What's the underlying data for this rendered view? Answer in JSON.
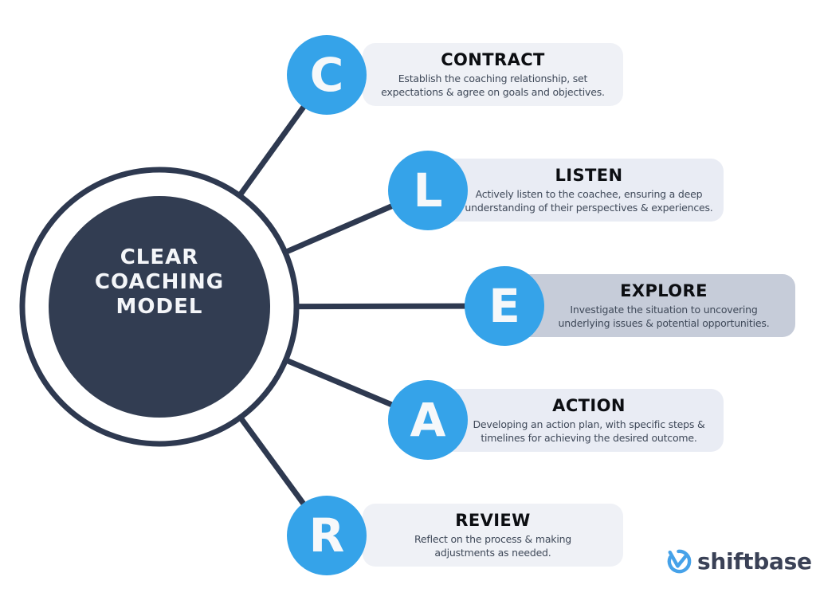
{
  "center": {
    "title": "CLEAR\nCOACHING\nMODEL"
  },
  "steps": [
    {
      "letter": "C",
      "title": "CONTRACT",
      "description": "Establish the coaching relationship, set\nexpectations & agree on goals and objectives."
    },
    {
      "letter": "L",
      "title": "LISTEN",
      "description": "Actively listen to the coachee, ensuring a deep\nunderstanding of their perspectives & experiences."
    },
    {
      "letter": "E",
      "title": "EXPLORE",
      "description": "Investigate the situation to uncovering\nunderlying issues & potential opportunities."
    },
    {
      "letter": "A",
      "title": "ACTION",
      "description": "Developing an action plan, with specific steps &\ntimelines for achieving the desired outcome."
    },
    {
      "letter": "R",
      "title": "REVIEW",
      "description": "Reflect on the process & making\nadjustments as needed."
    }
  ],
  "branding": {
    "name": "shiftbase",
    "icon": "check-circle-icon"
  },
  "colors": {
    "navy": "#313c50",
    "line": "#2e3950",
    "accent_blue": "#35a3e9",
    "card_light": "#eff1f6",
    "card_mid": "#e9ecf4",
    "card_dark": "#c6ccd9",
    "logo_blue": "#46a2e9",
    "logo_text": "#3a4156"
  }
}
